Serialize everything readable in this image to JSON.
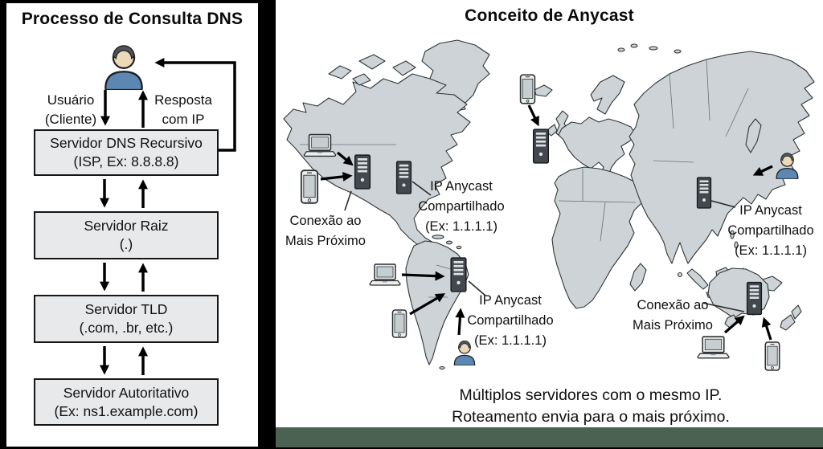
{
  "left_panel": {
    "title": "Processo de Consulta DNS",
    "user_label": {
      "line1": "Usuário",
      "line2": "(Cliente)"
    },
    "response_label": {
      "line1": "Resposta",
      "line2": "com IP"
    },
    "boxes": [
      {
        "line1": "Servidor DNS Recursivo",
        "line2": "(ISP, Ex: 8.8.8.8)"
      },
      {
        "line1": "Servidor Raiz",
        "line2": "(.)"
      },
      {
        "line1": "Servidor TLD",
        "line2": "(.com, .br, etc.)"
      },
      {
        "line1": "Servidor Autoritativo",
        "line2": "(Ex: ns1.example.com)"
      }
    ]
  },
  "right_panel": {
    "title": "Conceito de Anycast",
    "labels": {
      "na_nearest": {
        "line1": "Conexão ao",
        "line2": "Mais Próximo"
      },
      "na_shared": {
        "line1": "IP Anycast",
        "line2": "Compartilhado",
        "line3": "(Ex: 1.1.1.1)"
      },
      "asia_shared": {
        "line1": "IP Anycast",
        "line2": "Compartilhado",
        "line3": "(Ex: 1.1.1.1)"
      },
      "sa_shared": {
        "line1": "IP Anycast",
        "line2": "Compartilhado",
        "line3": "(Ex: 1.1.1.1)"
      },
      "aus_nearest": {
        "line1": "Conexão ao",
        "line2": "Mais Próximo"
      }
    },
    "caption": {
      "line1": "Múltiplos servidores com o mesmo IP.",
      "line2": "Roteamento envia para o mais próximo."
    }
  },
  "icons": {
    "user": "person-silhouette",
    "server": "server-tower",
    "laptop": "laptop-computer",
    "phone": "smartphone"
  },
  "colors": {
    "map_fill": "#cdd3d6",
    "map_stroke": "#2f3436",
    "footer_band": "#4b6252",
    "server_body": "#42484e",
    "person_shirt": "#5d87b3",
    "box_fill": "#e7e9ea",
    "frame": "#000000"
  }
}
